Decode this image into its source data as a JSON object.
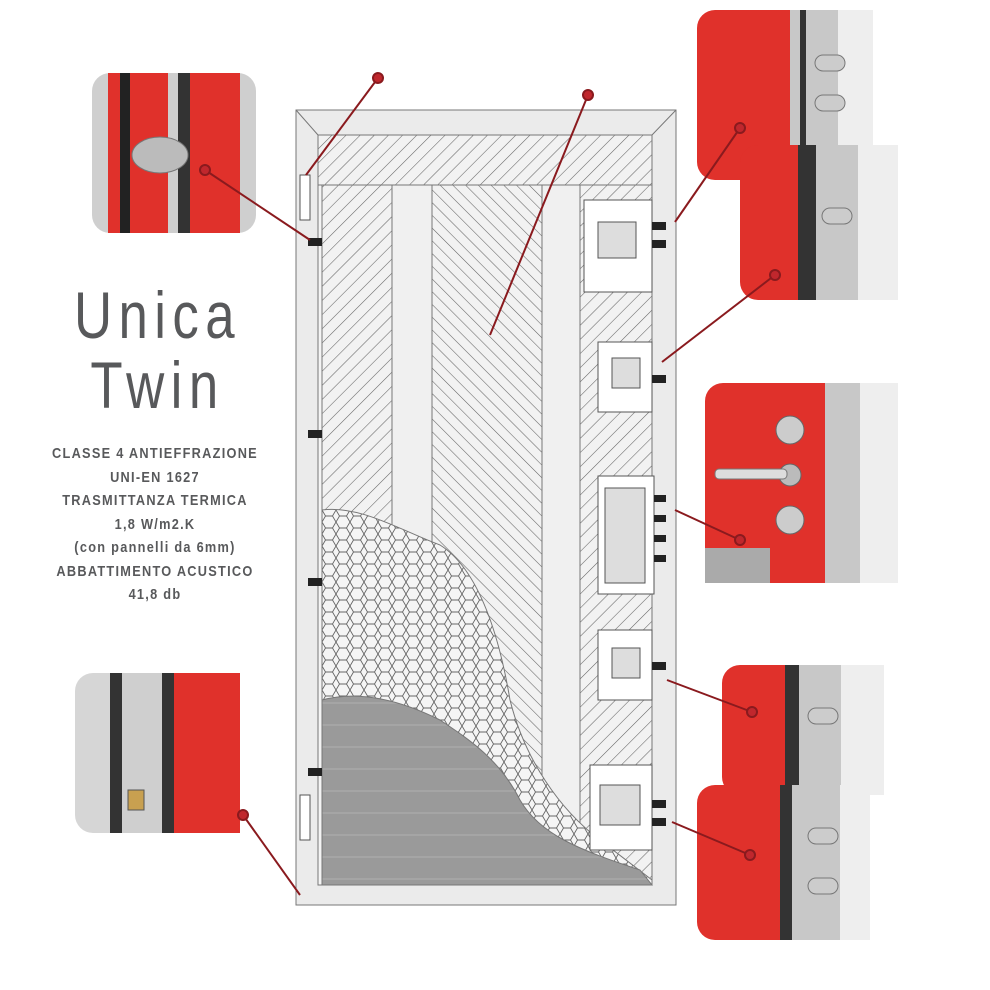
{
  "product": {
    "name_line1": "Unica",
    "name_line2": "Twin"
  },
  "specs": [
    "CLASSE 4 ANTIEFFRAZIONE",
    "UNI-EN 1627",
    "TRASMITTANZA TERMICA",
    "1,8 W/m2.K",
    "(con pannelli da 6mm)",
    "ABBATTIMENTO ACUSTICO",
    "41,8 db"
  ],
  "colors": {
    "accent_red": "#c0272d",
    "door_red": "#e0312b",
    "text_gray": "#58595b",
    "line": "#555555"
  }
}
